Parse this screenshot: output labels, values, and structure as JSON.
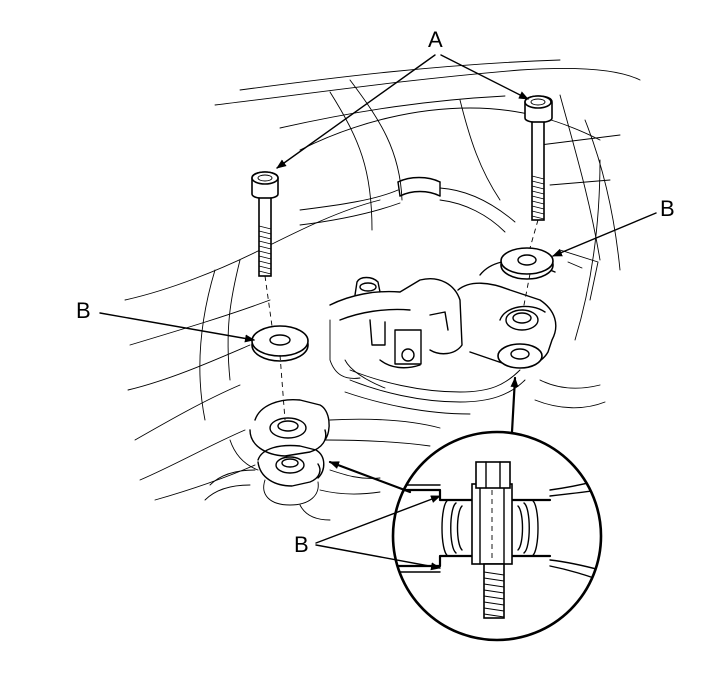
{
  "labels": {
    "bolt": "A",
    "washer_right": "B",
    "washer_left": "B",
    "washer_detail": "B"
  }
}
